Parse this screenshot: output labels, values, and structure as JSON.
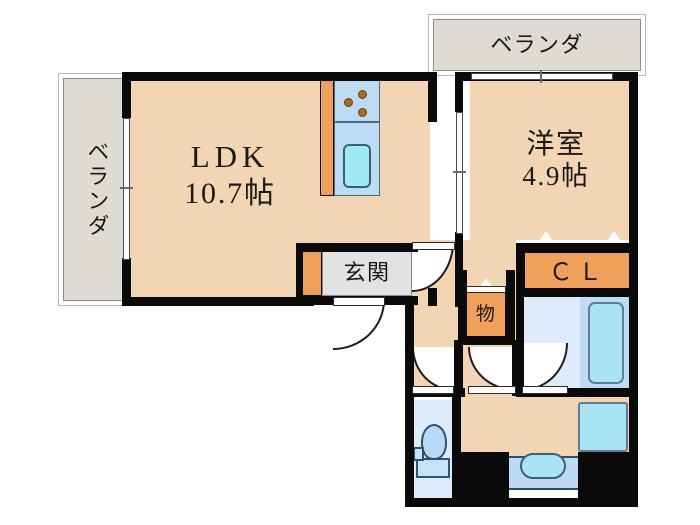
{
  "plan": {
    "type": "apartment-floor-plan",
    "layout_code": "1LDK",
    "rooms": [
      {
        "name": "ldk",
        "label_line1": "LDK",
        "label_line2": "10.7帖",
        "area_jo": 10.7
      },
      {
        "name": "bedroom",
        "label_line1": "洋室",
        "label_line2": "4.9帖",
        "area_jo": 4.9
      },
      {
        "name": "entrance",
        "label": "玄関"
      },
      {
        "name": "storage",
        "label": "物"
      },
      {
        "name": "closet",
        "label": "ＣＬ"
      },
      {
        "name": "balcony_left",
        "label": "ベランダ"
      },
      {
        "name": "balcony_top",
        "label": "ベランダ"
      }
    ],
    "fixtures": [
      {
        "name": "kitchen-stove",
        "burners": 3
      },
      {
        "name": "kitchen-sink"
      },
      {
        "name": "bathtub"
      },
      {
        "name": "toilet"
      },
      {
        "name": "washbasin-vanity"
      },
      {
        "name": "washing-machine-pan"
      }
    ],
    "colors": {
      "wall": "#0a0a0a",
      "floor": "#f2d5b3",
      "closet": "#f0a058",
      "veranda": "#dedbd2",
      "water_light": "#dcecfa",
      "water_mid": "#bcdcf5",
      "fixture": "#a9e4f5"
    }
  }
}
